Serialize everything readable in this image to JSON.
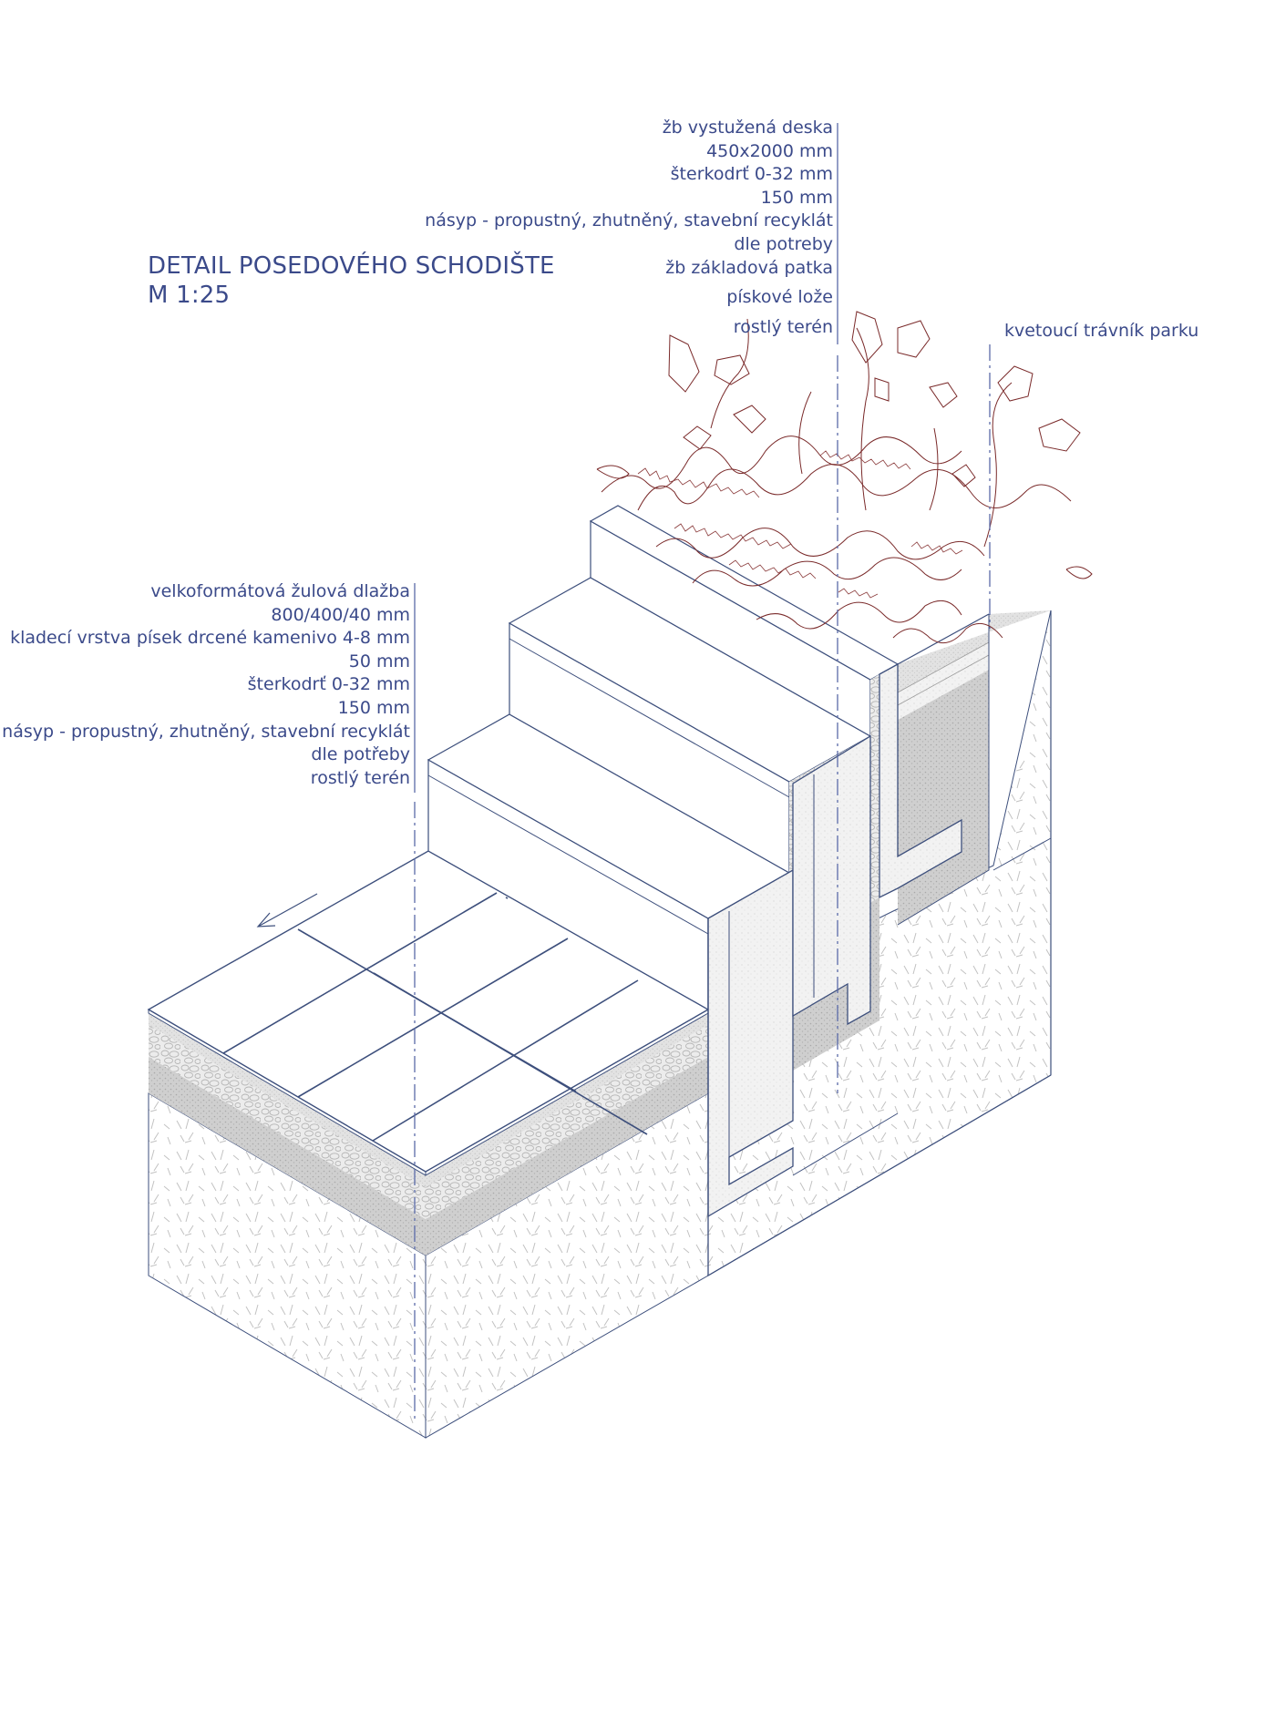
{
  "title": {
    "line1": "DETAIL POSEDOVÉHO SCHODIŠTE",
    "line2": "M 1:25"
  },
  "labels_top": [
    "žb vystužená deska",
    "450x2000 mm",
    "šterkodrť 0-32 mm",
    "150 mm",
    "násyp - propustný, zhutněný, stavební recyklát",
    "dle potreby",
    "žb základová patka",
    "pískové lože",
    "rostlý terén"
  ],
  "labels_left": [
    "velkoformátová žulová dlažba",
    "800/400/40 mm",
    "kladecí vrstva písek drcené kamenivo 4-8 mm",
    "50 mm",
    "šterkodrť 0-32 mm",
    "150 mm",
    "násyp - propustný, zhutněný, stavební recyklát",
    "dle potřeby",
    "rostlý terén"
  ],
  "label_right": "kvetoucí trávník parku",
  "colors": {
    "text": "#3b4a8a",
    "line": "#3d4f7c",
    "dim_line": "#5a6aa8",
    "plant": "#7a2a2a",
    "gravel": "#b8b8b8",
    "soil_hatch": "#c4c4c4"
  }
}
